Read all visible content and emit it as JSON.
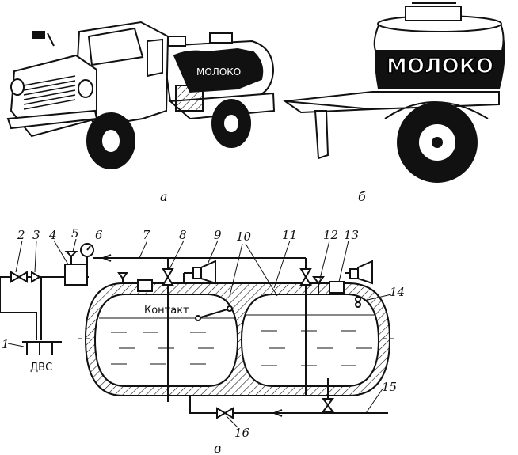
{
  "figure": {
    "captions": {
      "a": "а",
      "b": "б",
      "v": "в"
    },
    "trailer_tank_text": "МОЛОКО",
    "contact_label": "Контакт",
    "engine_label": "ДВС",
    "callouts": [
      "1",
      "2",
      "3",
      "4",
      "5",
      "6",
      "7",
      "8",
      "9",
      "10",
      "11",
      "12",
      "13",
      "14",
      "15",
      "16"
    ]
  }
}
